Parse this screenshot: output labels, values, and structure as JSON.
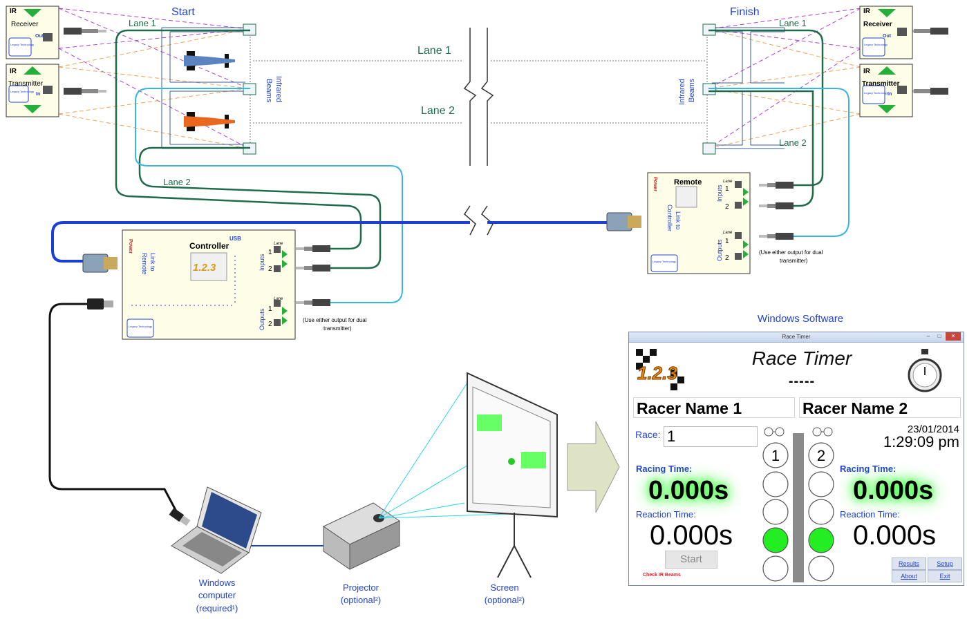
{
  "headings": {
    "start": "Start",
    "finish": "Finish",
    "windows_software": "Windows Software"
  },
  "lanes": {
    "lane1": "Lane 1",
    "lane2": "Lane 2"
  },
  "ir_modules": {
    "ir": "IR",
    "receiver": "Receiver",
    "transmitter": "Transmitter",
    "out": "Out",
    "in": "In",
    "brand": "Legacy Technology"
  },
  "beams_label": [
    "Infrared",
    "Beams"
  ],
  "controller": {
    "title": "Controller",
    "usb": "USB",
    "power": "Power",
    "link": [
      "Link to",
      "Remote"
    ],
    "inputs": "Inputs",
    "outputs": "Outputs",
    "lane": "Lane",
    "one": "1",
    "two": "2",
    "note": [
      "(Use either output for dual",
      "transmitter)"
    ],
    "logo": "1.2.3"
  },
  "remote": {
    "title": "Remote",
    "power": "Power",
    "link": [
      "Link to",
      "Controller"
    ],
    "inputs": "Inputs",
    "outputs": "Outputs",
    "note": [
      "(Use either output for dual",
      "transmitter)"
    ]
  },
  "devices": {
    "computer": [
      "Windows",
      "computer",
      "(required¹)"
    ],
    "projector": [
      "Projector",
      "(optional²)"
    ],
    "screen": [
      "Screen",
      "(optional²)"
    ]
  },
  "app": {
    "window_title": "Race Timer",
    "title": "Race Timer",
    "dashes": "-----",
    "racer1": "Racer Name 1",
    "racer2": "Racer Name 2",
    "race_label": "Race:",
    "race_value": "1",
    "date": "23/01/2014",
    "time": "1:29:09 pm",
    "racing_time_label": "Racing Time:",
    "racing_time_1": "0.000s",
    "racing_time_2": "0.000s",
    "reaction_time_label": "Reaction Time:",
    "reaction_time_1": "0.000s",
    "reaction_time_2": "0.000s",
    "start_button": "Start",
    "check_ir": "Check IR Beams",
    "results_button": "Results",
    "setup_button": "Setup",
    "about_button": "About",
    "exit_button": "Exit",
    "lane_num_1": "1",
    "lane_num_2": "2"
  },
  "colors": {
    "lane1_cable": "#1f6b4a",
    "lane2_cable": "#3ab4e4",
    "link_cable": "#1a3fd6",
    "accent_blue": "#2244cc",
    "beam_purple": "#b040d0",
    "beam_orange": "#f0a050",
    "module_bg": "#fdfde8",
    "green_light": "#22ee22"
  }
}
